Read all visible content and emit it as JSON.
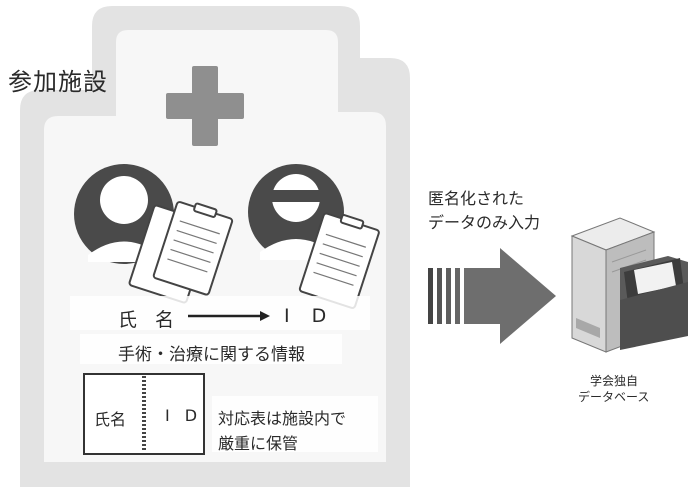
{
  "facility": {
    "label": "参加施設",
    "name_label": "氏 名",
    "id_label": "I D",
    "info_label": "手術・治療に関する情報",
    "ledger": {
      "name": "氏名",
      "id": "I D",
      "note_line1": "対応表は施設内で",
      "note_line2": "厳重に保管"
    }
  },
  "transfer": {
    "line1": "匿名化された",
    "line2": "データのみ入力"
  },
  "database": {
    "line1": "学会独自",
    "line2": "データベース"
  },
  "colors": {
    "outer_frame": "#e3e3e3",
    "inner_panel": "#f7f7f7",
    "cross": "#8f8f8f",
    "person": "#4a4a4a",
    "arrow": "#6e6e6e"
  }
}
